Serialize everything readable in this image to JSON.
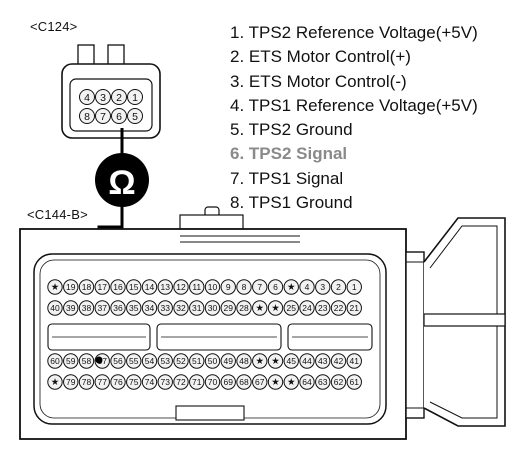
{
  "connectors": {
    "sensor_label": "<C124>",
    "ecm_label": "<C144-B>"
  },
  "meter_symbol": "Ω",
  "legend": [
    "1. TPS2 Reference Voltage(+5V)",
    "2. ETS Motor Control(+)",
    "3. ETS Motor Control(-)",
    "4. TPS1 Reference Voltage(+5V)",
    "5. TPS2 Ground",
    "6. TPS2 Signal",
    "7. TPS1 Signal",
    "8. TPS1 Ground"
  ],
  "highlighted_pin": "6",
  "c124_pins": {
    "top_row": [
      "4",
      "3",
      "2",
      "1"
    ],
    "bottom_row": [
      "8",
      "7",
      "6",
      "5"
    ]
  },
  "c144_pins": {
    "row1": [
      "★",
      "19",
      "18",
      "17",
      "16",
      "15",
      "14",
      "13",
      "12",
      "11",
      "10",
      "9",
      "8",
      "7",
      "6",
      "★",
      "4",
      "3",
      "2",
      "1"
    ],
    "row2": [
      "40",
      "39",
      "38",
      "37",
      "36",
      "35",
      "34",
      "33",
      "32",
      "31",
      "30",
      "29",
      "28",
      "★",
      "★",
      "25",
      "24",
      "23",
      "22",
      "21"
    ],
    "row3": [
      "60",
      "59",
      "58",
      "57",
      "56",
      "55",
      "54",
      "53",
      "52",
      "51",
      "50",
      "49",
      "48",
      "★",
      "★",
      "45",
      "44",
      "43",
      "42",
      "41"
    ],
    "row4": [
      "★",
      "79",
      "78",
      "77",
      "76",
      "75",
      "74",
      "73",
      "72",
      "71",
      "70",
      "69",
      "68",
      "67",
      "★",
      "★",
      "64",
      "63",
      "62",
      "61"
    ]
  },
  "probe_pins": {
    "c124": "6",
    "c144": "57"
  },
  "colors": {
    "pin_fill": "#f2f2f2",
    "meter_fill": "#000000",
    "highlight_text": "#8a8a8a"
  }
}
